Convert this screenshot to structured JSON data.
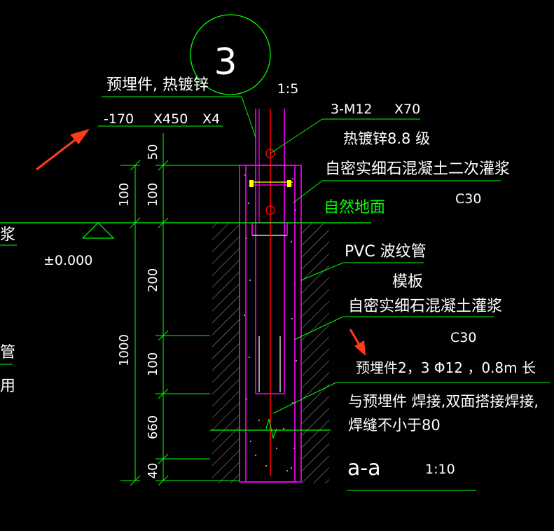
{
  "colors": {
    "background": "#000000",
    "text": "#ffffff",
    "dimension_line": "#00ff00",
    "outline": "#ff00ff",
    "rebar": "#ff0000",
    "hatch": "#808080",
    "arrow": "#ff3b1f",
    "bolt_marker": "#ffff00"
  },
  "detail": {
    "number": "3",
    "scale": "1:5",
    "section_label": "a-a",
    "section_scale": "1:10"
  },
  "labels": {
    "embed_plate": "预埋件, 热镀锌",
    "plate_size_a": "-170",
    "plate_size_b": "X450",
    "plate_size_c": "X4",
    "bolts_a": "3-M12",
    "bolts_b": "X70",
    "bolt_grade": "热镀锌8.8 级",
    "grout_secondary": "自密实细石混凝土二次灌浆",
    "grout_secondary_grade": "C30",
    "natural_ground": "自然地面",
    "elevation": "±0.000",
    "pvc_pipe": "PVC 波纹管",
    "formwork": "模板",
    "grout": "自密实细石混凝土灌浆",
    "grout_grade": "C30",
    "embed_rebar": "预埋件2，3 Φ12 ，0.8m  长",
    "weld_note_1": "与预埋件 焊接,双面搭接焊接,",
    "weld_note_2": "焊缝不小于80",
    "left_cut_1": "浆",
    "left_cut_2": "管",
    "left_cut_3": "用"
  },
  "dimensions": {
    "inner": [
      "50",
      "100",
      "200",
      "100",
      "660",
      "40"
    ],
    "outer": [
      "100",
      "1000"
    ]
  }
}
